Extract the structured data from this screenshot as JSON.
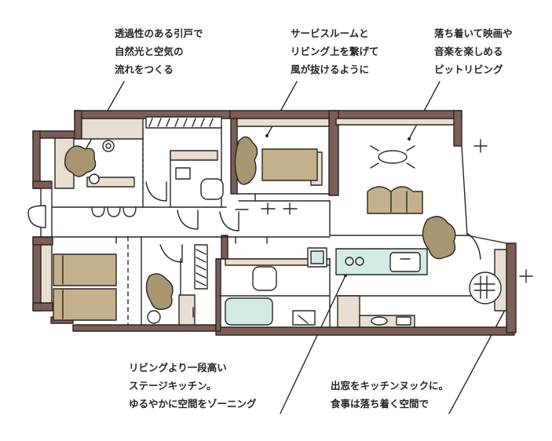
{
  "annotations": {
    "sliding_door": {
      "lines": [
        "透過性のある引戸で",
        "自然光と空気の",
        "流れをつくる"
      ]
    },
    "service_room": {
      "lines": [
        "サービスルームと",
        "リビング上を繋げて",
        "風が抜けるように"
      ]
    },
    "pit_living": {
      "lines": [
        "落ち着いて映画や",
        "音楽を楽しめる",
        "ピットリビング"
      ]
    },
    "stage_kitchen": {
      "lines": [
        "リビングより一段高い",
        "ステージキッチン。",
        "ゆるやかに空間をゾーニング"
      ]
    },
    "kitchen_nook": {
      "lines": [
        "出窓をキッチンヌックに。",
        "食事は落ち着く空間で"
      ]
    }
  },
  "colors": {
    "ink": "#2b2624",
    "wall": "#7a5e57",
    "wood": "#e7ddd0",
    "fabric": "#c4b08c",
    "plant": "#a89672",
    "water": "#d2ebe6"
  }
}
